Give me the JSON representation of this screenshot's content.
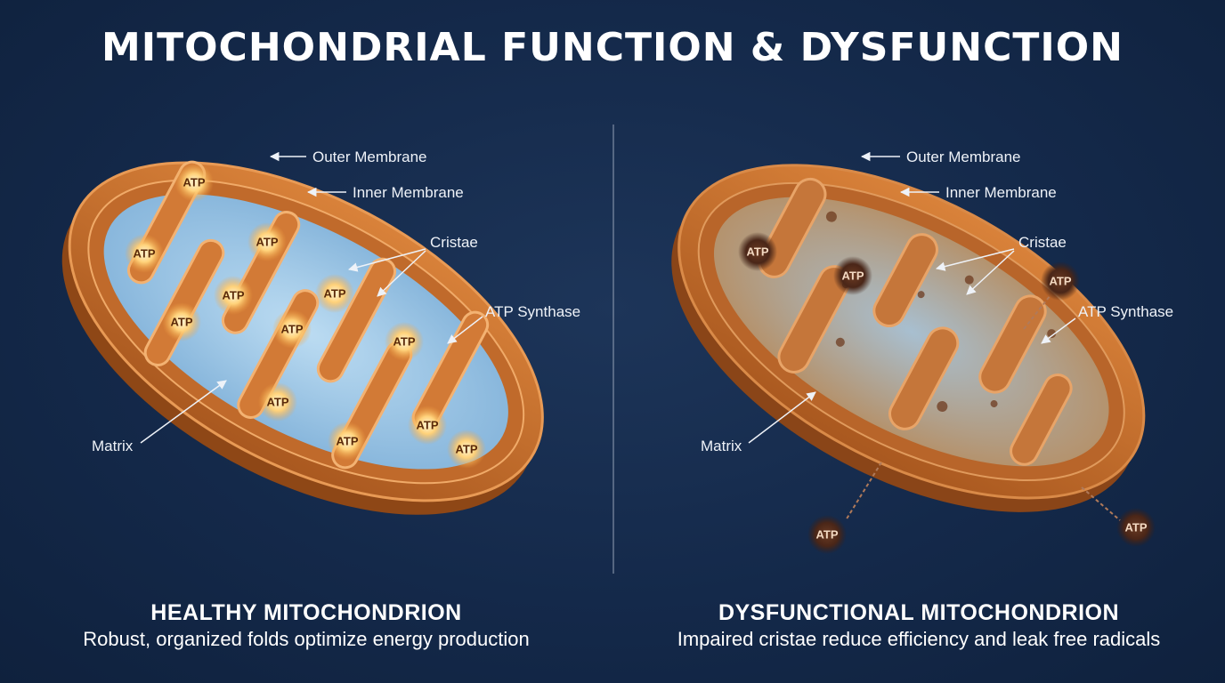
{
  "title": "MITOCHONDRIAL FUNCTION & DYSFUNCTION",
  "healthy": {
    "heading": "HEALTHY MITOCHONDRION",
    "caption": "Robust, organized folds optimize energy production",
    "labels": {
      "outer": "Outer Membrane",
      "inner": "Inner Membrane",
      "cristae": "Cristae",
      "synthase": "ATP Synthase",
      "matrix": "Matrix"
    },
    "atp_label": "ATP"
  },
  "dysfunctional": {
    "heading": "DYSFUNCTIONAL MITOCHONDRION",
    "caption": "Impaired cristae reduce efficiency and leak free radicals",
    "labels": {
      "outer": "Outer Membrane",
      "inner": "Inner Membrane",
      "cristae": "Cristae",
      "synthase": "ATP Synthase",
      "matrix": "Matrix"
    },
    "atp_label": "ATP"
  },
  "colors": {
    "background": "#14294a",
    "membrane": "#c8702e",
    "membrane_light": "#e89a55",
    "matrix_healthy": "#8fbde0",
    "atp_glow": "#ffc861"
  }
}
